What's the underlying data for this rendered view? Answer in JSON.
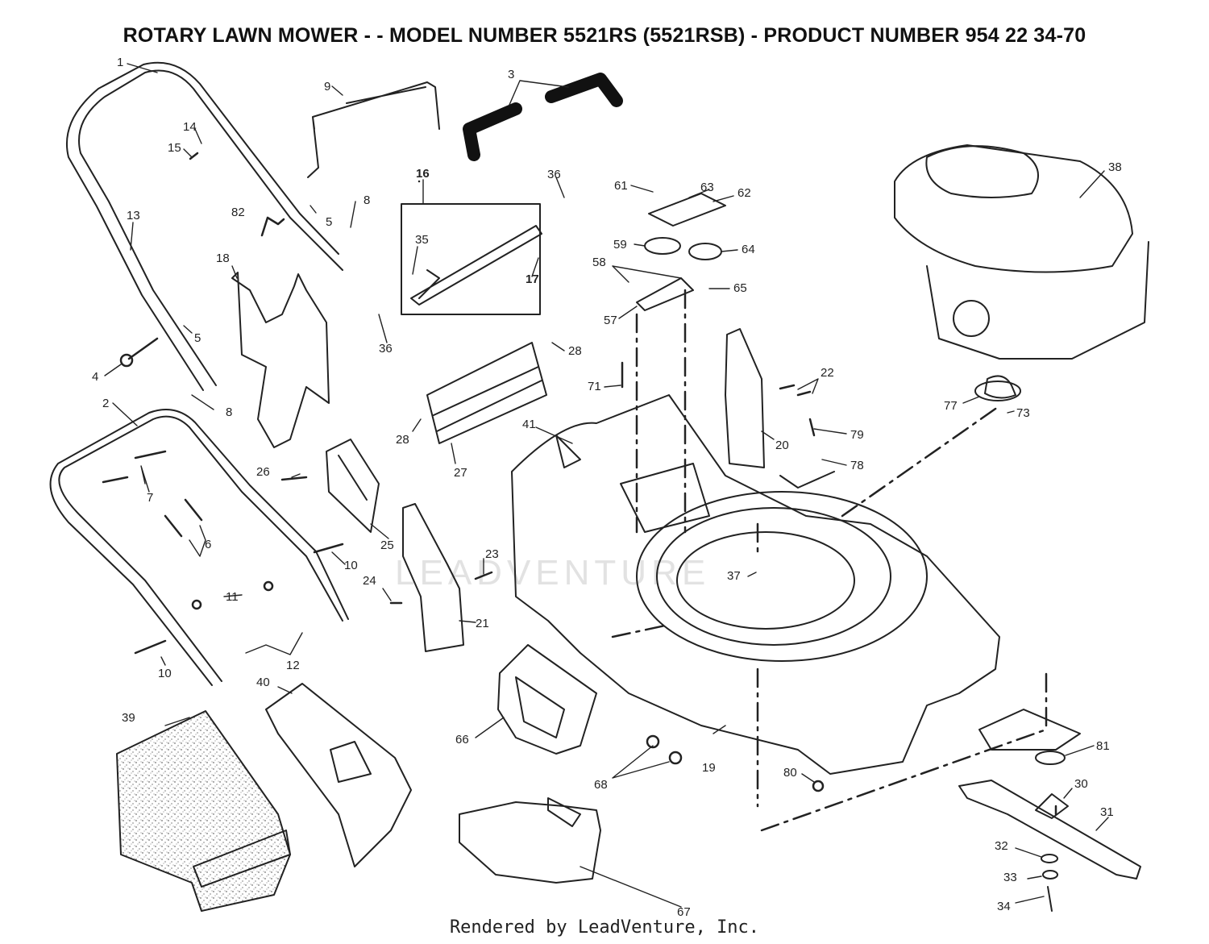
{
  "title": "ROTARY LAWN MOWER - - MODEL NUMBER 5521RS (5521RSB) - PRODUCT NUMBER 954 22 34-70",
  "footer": "Rendered by LeadVenture, Inc.",
  "watermark": "LEADVENTURE",
  "callouts": {
    "c1": "1",
    "c2": "2",
    "c3": "3",
    "c4": "4",
    "c5a": "5",
    "c5b": "5",
    "c6": "6",
    "c7": "7",
    "c8a": "8",
    "c8b": "8",
    "c9": "9",
    "c10a": "10",
    "c10b": "10",
    "c11": "11",
    "c12": "12",
    "c13": "13",
    "c14": "14",
    "c15": "15",
    "c16": "16",
    "c17": "17",
    "c18": "18",
    "c19": "19",
    "c20": "20",
    "c21": "21",
    "c22": "22",
    "c23": "23",
    "c24": "24",
    "c25": "25",
    "c26": "26",
    "c27": "27",
    "c28a": "28",
    "c28b": "28",
    "c30": "30",
    "c31": "31",
    "c32": "32",
    "c33": "33",
    "c34": "34",
    "c35": "35",
    "c36a": "36",
    "c36b": "36",
    "c37": "37",
    "c38": "38",
    "c39": "39",
    "c40": "40",
    "c41": "41",
    "c57": "57",
    "c58": "58",
    "c59": "59",
    "c61": "61",
    "c62": "62",
    "c63": "63",
    "c64": "64",
    "c65": "65",
    "c66": "66",
    "c67": "67",
    "c68": "68",
    "c71": "71",
    "c73": "73",
    "c77": "77",
    "c78": "78",
    "c79": "79",
    "c80": "80",
    "c81": "81",
    "c82": "82"
  }
}
